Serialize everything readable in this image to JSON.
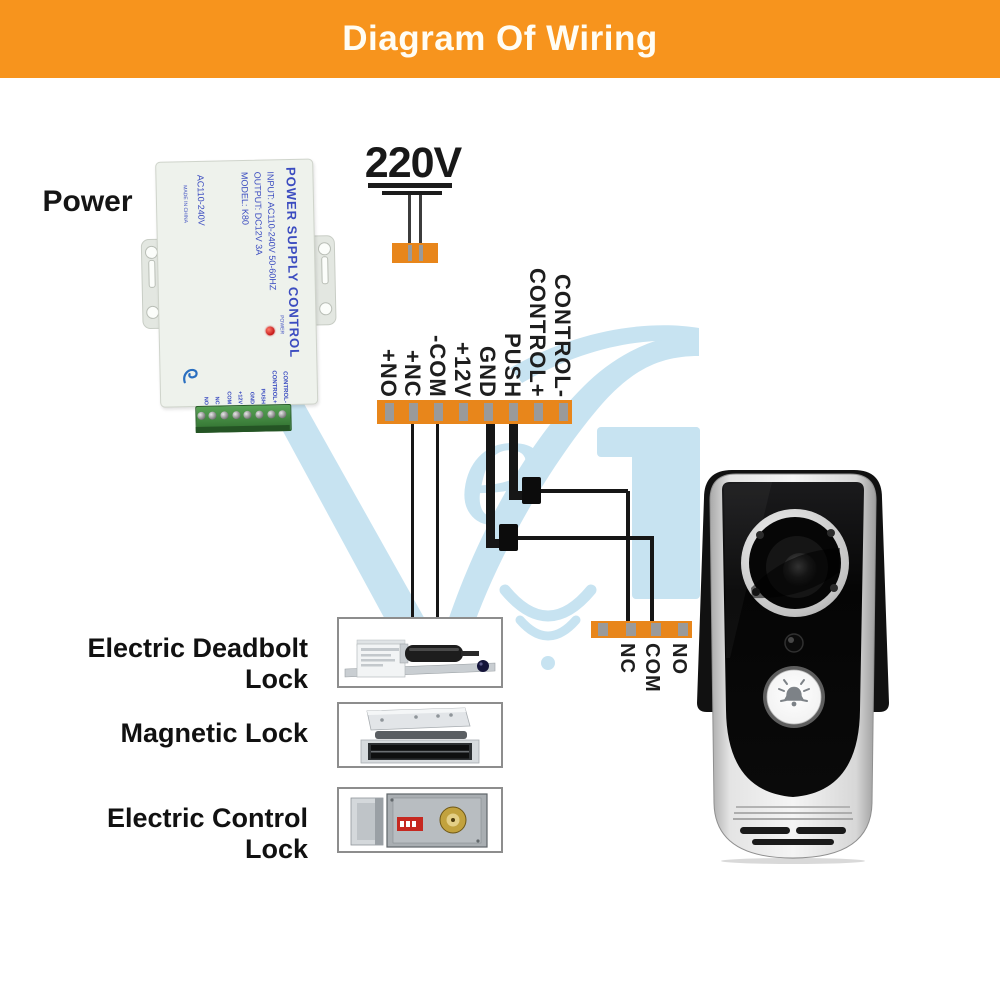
{
  "header": {
    "title": "Diagram Of Wiring",
    "bg_color": "#F7941D"
  },
  "power_section": {
    "label": "Power",
    "unit": {
      "title": "POWER SUPPLY CONTROL",
      "input_line": "INPUT: AC110-240V 50-60HZ",
      "output_line": "OUTPUT: DC12V 3A",
      "model_line": "MODEL: K80",
      "side_text": "AC110-240V",
      "made_in": "MADE IN CHINA",
      "led_label": "POWER",
      "terminal_labels": [
        "NO",
        "NC",
        "COM",
        "+12V",
        "GND",
        "PUSH",
        "CONTROL+",
        "CONTROL-"
      ]
    }
  },
  "mains": {
    "label": "220V"
  },
  "terminal_strip_main": {
    "labels": [
      "+NO",
      "+NC",
      "-COM",
      "+12V",
      "GND",
      "PUSH",
      "CONTROL+",
      "CONTROL-"
    ]
  },
  "terminal_strip_relay": {
    "labels": [
      "NC",
      "COM",
      "NO"
    ]
  },
  "locks": [
    {
      "label": "Electric Deadbolt Lock"
    },
    {
      "label": "Magnetic Lock"
    },
    {
      "label": "Electric Control Lock"
    }
  ],
  "watermark": {
    "script_letter": "e"
  },
  "colors": {
    "accent_orange": "#F7941D",
    "strip_orange": "#E8861B",
    "slot_gray": "#9a9a9a",
    "wire_black": "#161616",
    "watermark_blue": "#c7e3f1",
    "psu_text_blue": "#3b4cc0",
    "terminal_green": "#2f6e2e",
    "led_red": "#c41818"
  }
}
